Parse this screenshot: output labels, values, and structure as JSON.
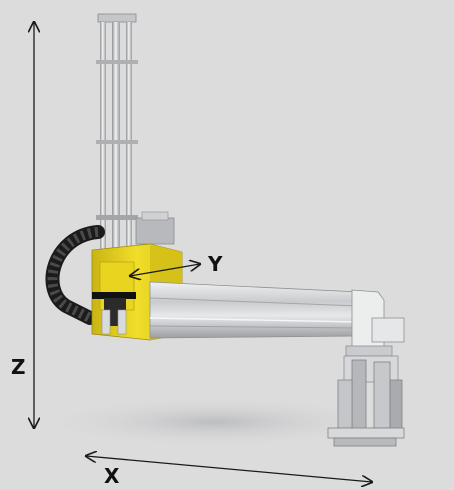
{
  "axes": {
    "z": "Z",
    "x": "X",
    "y": "Y"
  },
  "colors": {
    "background": "#dcdcdd",
    "accent_yellow": "#e8d41c",
    "arrow": "#1a1a1a",
    "metal_light": "#e6e7e8",
    "metal_mid": "#b9bbbe",
    "metal_dark": "#8e9094",
    "cable_chain": "#1b1b1b"
  }
}
